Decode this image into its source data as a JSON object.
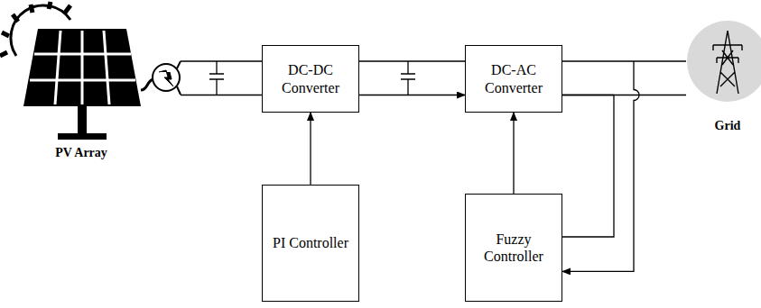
{
  "diagram": {
    "nodes": [
      {
        "text": [
          "PV Array"
        ]
      },
      {
        "text": [
          "DC-DC Converter"
        ]
      },
      {
        "text": [
          "DC-AC Converter"
        ]
      },
      {
        "text": [
          "Grid"
        ]
      },
      {
        "text": [
          "PI Controller"
        ]
      },
      {
        "text": [
          "Fuzzy Controller"
        ]
      }
    ],
    "edges": [
      {
        "from": 0,
        "to": 1,
        "arrow": "none"
      },
      {
        "from": 1,
        "to": 2,
        "arrow": "to"
      },
      {
        "from": 2,
        "to": 3,
        "arrow": "none"
      },
      {
        "from": 4,
        "to": 1,
        "arrow": "to"
      },
      {
        "from": 5,
        "to": 2,
        "arrow": "to"
      },
      {
        "from": 2,
        "to": 5,
        "arrow": "to"
      }
    ]
  }
}
